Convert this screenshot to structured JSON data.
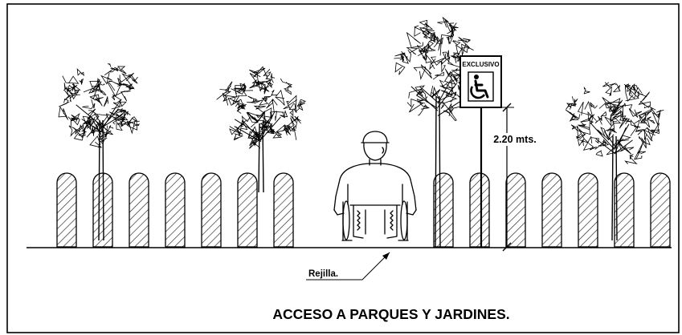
{
  "sign": {
    "header": "EXCLUSIVO",
    "icon": "wheelchair-icon"
  },
  "dimension": {
    "label": "2.20 mts."
  },
  "callout": {
    "label": "Rejilla."
  },
  "caption": {
    "title": "ACCESO A PARQUES Y JARDINES."
  },
  "colors": {
    "ink": "#000000",
    "background": "#ffffff",
    "hatch": "#222222"
  }
}
